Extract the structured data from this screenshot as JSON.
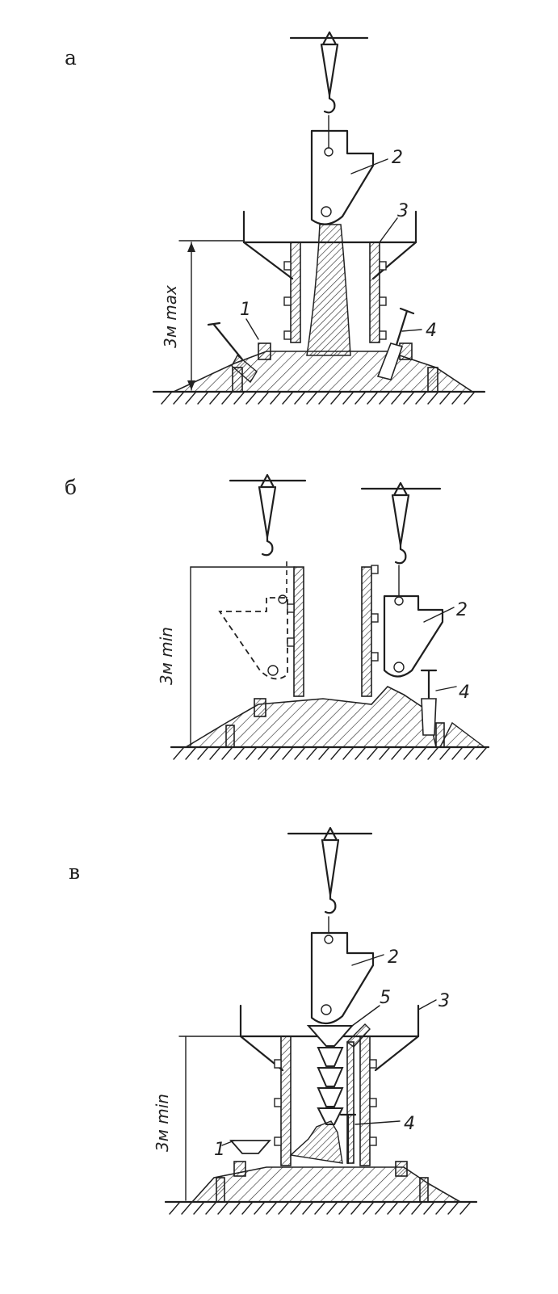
{
  "panels": [
    {
      "letter": "а",
      "height_label": "3м max",
      "callouts": {
        "c1": "1",
        "c2": "2",
        "c3": "3",
        "c4": "4"
      }
    },
    {
      "letter": "б",
      "height_label": "3м min",
      "callouts": {
        "c2": "2",
        "c4": "4"
      }
    },
    {
      "letter": "в",
      "height_label": "3м min",
      "callouts": {
        "c1": "1",
        "c2": "2",
        "c3": "3",
        "c4": "4",
        "c5": "5"
      }
    }
  ]
}
